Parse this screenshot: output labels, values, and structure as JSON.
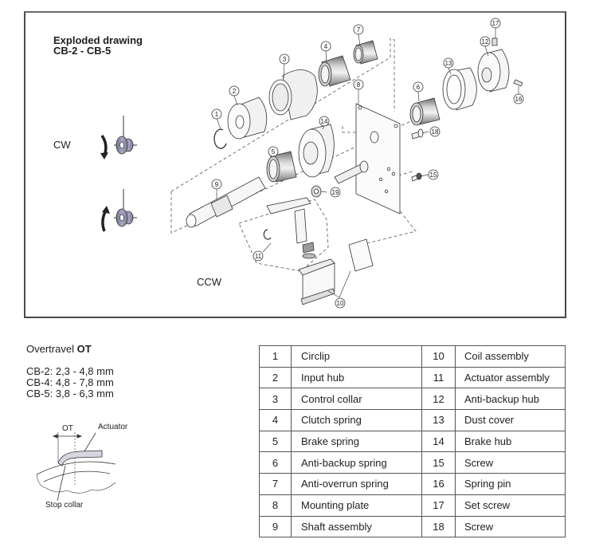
{
  "drawing": {
    "title_line1": "Exploded drawing",
    "title_line2": "CB-2 - CB-5",
    "direction_cw": "CW",
    "direction_ccw": "CCW",
    "callouts": [
      "1",
      "2",
      "3",
      "4",
      "5",
      "6",
      "7",
      "8",
      "9",
      "10",
      "11",
      "12",
      "13",
      "14",
      "15",
      "16",
      "17",
      "18",
      "19"
    ]
  },
  "overtravel": {
    "title_prefix": "Overtravel ",
    "title_bold": "OT",
    "values": [
      "CB-2: 2,3 - 4,8 mm",
      "CB-4: 4,8 - 7,8 mm",
      "CB-5: 3,8 - 6,3 mm"
    ],
    "diagram": {
      "ot_label": "OT",
      "actuator_label": "Actuator",
      "stop_collar_label": "Stop collar"
    }
  },
  "parts_table": {
    "rows": [
      {
        "n1": "1",
        "p1": "Circlip",
        "n2": "10",
        "p2": "Coil assembly"
      },
      {
        "n1": "2",
        "p1": "Input hub",
        "n2": "11",
        "p2": "Actuator assembly"
      },
      {
        "n1": "3",
        "p1": "Control collar",
        "n2": "12",
        "p2": "Anti-backup hub"
      },
      {
        "n1": "4",
        "p1": "Clutch spring",
        "n2": "13",
        "p2": "Dust cover"
      },
      {
        "n1": "5",
        "p1": "Brake spring",
        "n2": "14",
        "p2": "Brake hub"
      },
      {
        "n1": "6",
        "p1": "Anti-backup spring",
        "n2": "15",
        "p2": "Screw"
      },
      {
        "n1": "7",
        "p1": "Anti-overrun spring",
        "n2": "16",
        "p2": "Spring pin"
      },
      {
        "n1": "8",
        "p1": "Mounting plate",
        "n2": "17",
        "p2": "Set screw"
      },
      {
        "n1": "9",
        "p1": "Shaft assembly",
        "n2": "18",
        "p2": "Screw"
      }
    ]
  },
  "colors": {
    "frame": "#4a4a4a",
    "part_fill": "#e6e6ea",
    "spring_fill": "#9a9a9a",
    "hub_icon_fill": "#8c8ca6"
  }
}
